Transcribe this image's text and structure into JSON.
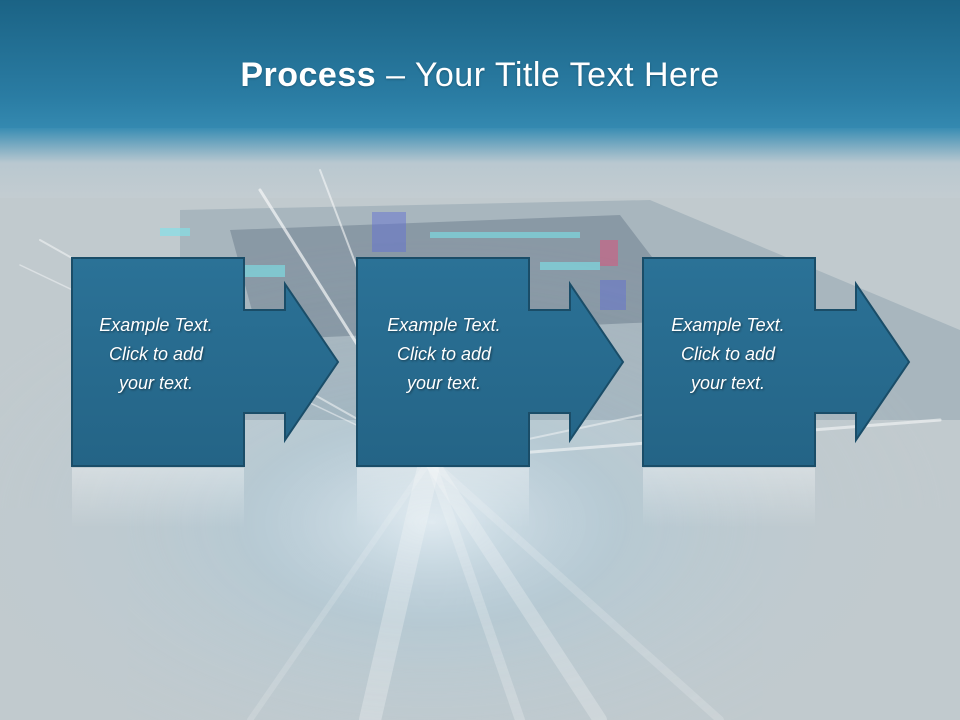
{
  "slide": {
    "title_bold": "Process",
    "title_dash": " – ",
    "title_rest": "Your Title Text Here"
  },
  "steps": [
    {
      "text": "Example Text.\nClick  to add\nyour text."
    },
    {
      "text": "Example Text.\nClick  to add\nyour text."
    },
    {
      "text": "Example Text.\nClick  to add\nyour text."
    }
  ],
  "colors": {
    "header_dark": "#1b6385",
    "header_light": "#2f84aa",
    "box_fill": "#276a8f",
    "box_stroke": "#1a4d68",
    "background": "#bfc9ce"
  }
}
